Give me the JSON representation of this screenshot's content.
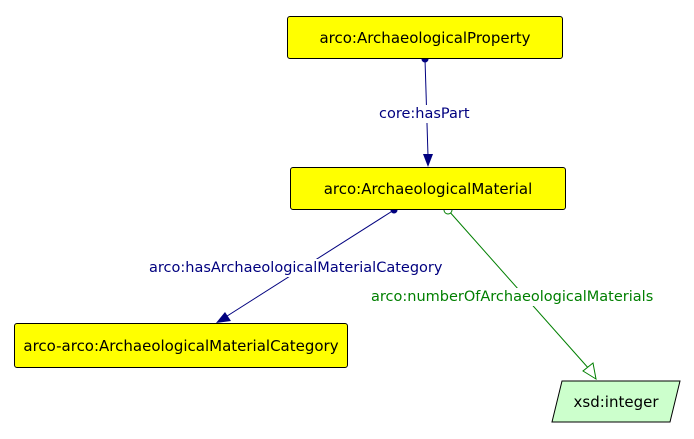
{
  "colors": {
    "class_fill": "#ffff00",
    "datatype_fill": "#ccffcc",
    "object_property": "#00007f",
    "data_property": "#007f00",
    "border": "#000000"
  },
  "nodes": {
    "archaeological_property": "arco:ArchaeologicalProperty",
    "archaeological_material": "arco:ArchaeologicalMaterial",
    "material_category": "arco-arco:ArchaeologicalMaterialCategory",
    "xsd_integer": "xsd:integer"
  },
  "edges": {
    "has_part": "core:hasPart",
    "has_material_category": "arco:hasArchaeologicalMaterialCategory",
    "number_of_materials": "arco:numberOfArchaeologicalMaterials"
  }
}
